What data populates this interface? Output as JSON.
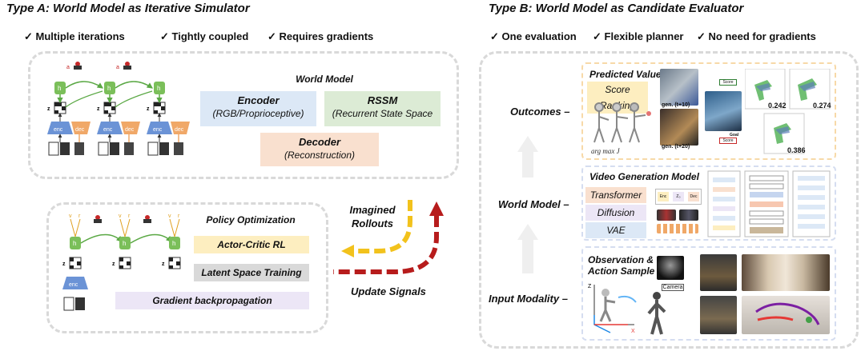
{
  "type_a": {
    "title": "Type A: World Model as Iterative Simulator",
    "checks": [
      "Multiple iterations",
      "Tightly coupled",
      "Requires gradients"
    ],
    "world_model": {
      "title": "World Model",
      "encoder": {
        "name": "Encoder",
        "desc": "(RGB/Proprioceptive)"
      },
      "rssm": {
        "name": "RSSM",
        "desc": "(Recurrent State Space"
      },
      "decoder": {
        "name": "Decoder",
        "desc": "(Reconstruction)"
      }
    },
    "diagram_labels": {
      "a": "a",
      "h": "h",
      "z": "z",
      "enc": "enc",
      "dec": "dec",
      "r": "r",
      "v": "v"
    },
    "policy": {
      "title": "Policy Optimization",
      "items": [
        "Actor-Critic RL",
        "Latent Space Training",
        "Gradient  backpropagation"
      ]
    },
    "arrows": {
      "imagined": [
        "Imagined",
        "Rollouts"
      ],
      "update": "Update Signals"
    }
  },
  "type_b": {
    "title": "Type B: World Model as Candidate Evaluator",
    "checks": [
      "One evaluation",
      "Flexible planner",
      "No need for gradients"
    ],
    "rows": [
      "Outcomes",
      "World Model",
      "Input Modality"
    ],
    "outcomes": {
      "title": "Predicted Value",
      "chip": "Score Ranking",
      "scores": [
        "0.242",
        "0.274",
        "0.386"
      ],
      "small": [
        "Score",
        "Goal",
        "Score",
        "gen. (t+10)",
        "gen. (t+20)"
      ]
    },
    "world_model": {
      "title": "Video Generation Model",
      "items": [
        "Transformer",
        "Diffusion",
        "VAE"
      ],
      "blocks": [
        "Enc",
        "Z₀",
        "Dec"
      ]
    },
    "input": {
      "title": [
        "Observation &",
        "Action Sample"
      ],
      "camera": "Camera",
      "axes": [
        "Z",
        "X"
      ]
    }
  },
  "colors": {
    "enc": "#6b93d6",
    "dec": "#f0a868",
    "h": "#7bbf5a",
    "encoder_box": "#dce8f6",
    "rssm_box": "#dcebd5",
    "decoder_box": "#f9e0cf",
    "actor_box": "#fdeec0",
    "latent_box": "#d9d9d9",
    "grad_box": "#ece6f6",
    "imagined_arrow": "#f2c21c",
    "update_arrow": "#b71c1c",
    "outcomes_border": "#f7d9a8",
    "model_border": "#d5ddf0",
    "input_border": "#d5ddf0"
  }
}
